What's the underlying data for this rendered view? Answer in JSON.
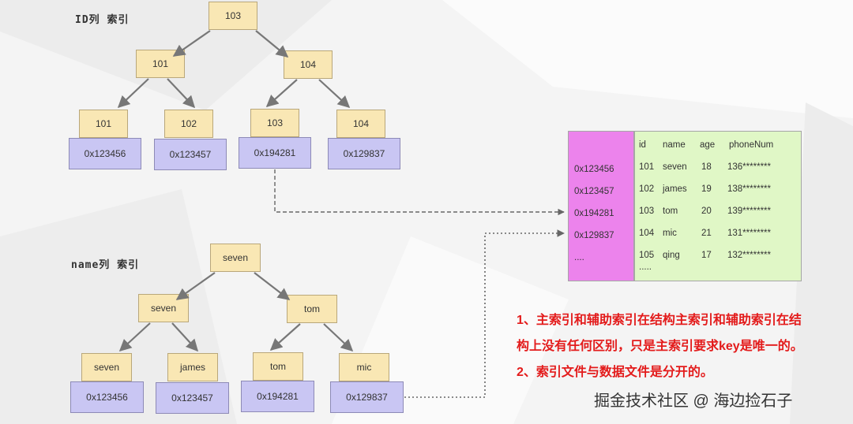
{
  "id_index": {
    "title": "ID列 索引",
    "root": "103",
    "level1": [
      "101",
      "104"
    ],
    "leaves": [
      {
        "key": "101",
        "addr": "0x123456"
      },
      {
        "key": "102",
        "addr": "0x123457"
      },
      {
        "key": "103",
        "addr": "0x194281"
      },
      {
        "key": "104",
        "addr": "0x129837"
      }
    ]
  },
  "name_index": {
    "title": "name列 索引",
    "root": "seven",
    "level1": [
      "seven",
      "tom"
    ],
    "leaves": [
      {
        "key": "seven",
        "addr": "0x123456"
      },
      {
        "key": "james",
        "addr": "0x123457"
      },
      {
        "key": "tom",
        "addr": "0x194281"
      },
      {
        "key": "mic",
        "addr": "0x129837"
      }
    ]
  },
  "table": {
    "addresses": [
      "0x123456",
      "0x123457",
      "0x194281",
      "0x129837",
      "...."
    ],
    "headers": [
      "id",
      "name",
      "age",
      "phoneNum"
    ],
    "rows": [
      [
        "101",
        "seven",
        "18",
        "136********"
      ],
      [
        "102",
        "james",
        "19",
        "138********"
      ],
      [
        "103",
        "tom",
        "20",
        "139********"
      ],
      [
        "104",
        "mic",
        "21",
        "131********"
      ],
      [
        "105",
        "qing",
        "17",
        "132********"
      ]
    ],
    "trailing": "....."
  },
  "notes": [
    "1、主索引和辅助索引在结构主索引和辅助索引在结",
    "构上没有任何区别，只是主索引要求key是唯一的。",
    "2、索引文件与数据文件是分开的。"
  ],
  "watermark": "掘金技术社区 @ 海边捡石子",
  "colors": {
    "key_fill": "#f9e7b4",
    "addr_fill": "#c9c6f3",
    "table_addr_fill": "#ec83ec",
    "table_data_fill": "#e0f7c6",
    "note_text": "#e31b1b"
  }
}
